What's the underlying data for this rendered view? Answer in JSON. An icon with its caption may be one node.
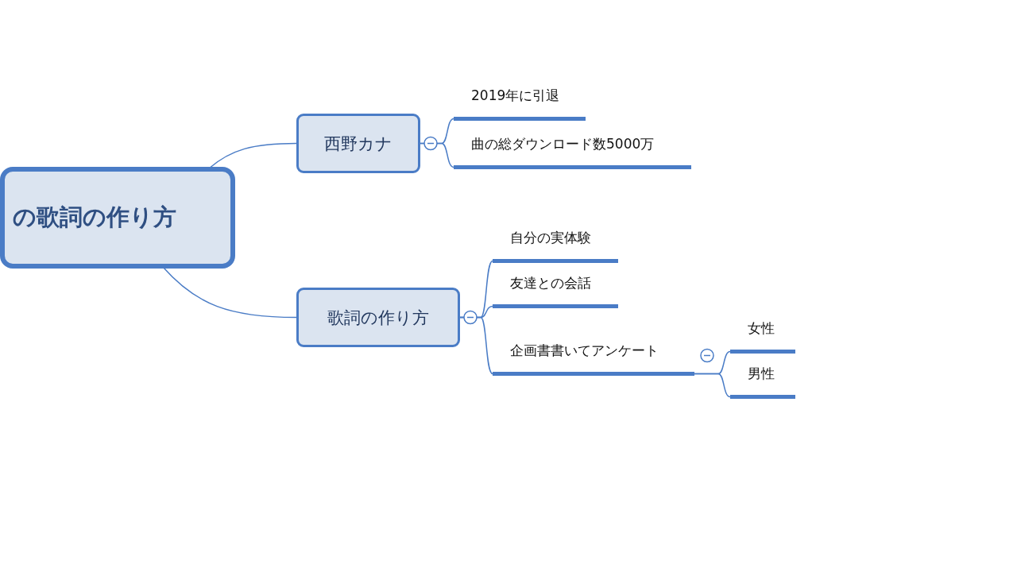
{
  "diagram": {
    "nodes": [
      {
        "text": [
          "の歌詞の作り方"
        ]
      },
      {
        "text": [
          "西野カナ"
        ]
      },
      {
        "text": [
          "2019年に引退"
        ]
      },
      {
        "text": [
          "曲の総ダウンロード数5000万"
        ]
      },
      {
        "text": [
          "歌詞の作り方"
        ]
      },
      {
        "text": [
          "自分の実体験"
        ]
      },
      {
        "text": [
          "友達との会話"
        ]
      },
      {
        "text": [
          "企画書書いてアンケート"
        ]
      },
      {
        "text": [
          "女性"
        ]
      },
      {
        "text": [
          "男性"
        ]
      }
    ],
    "edges": [
      {
        "from": 0,
        "to": 1,
        "arrow": "none"
      },
      {
        "from": 0,
        "to": 4,
        "arrow": "none"
      },
      {
        "from": 1,
        "to": 2,
        "arrow": "none"
      },
      {
        "from": 1,
        "to": 3,
        "arrow": "none"
      },
      {
        "from": 4,
        "to": 5,
        "arrow": "none"
      },
      {
        "from": 4,
        "to": 6,
        "arrow": "none"
      },
      {
        "from": 4,
        "to": 7,
        "arrow": "none"
      },
      {
        "from": 7,
        "to": 8,
        "arrow": "none"
      },
      {
        "from": 7,
        "to": 9,
        "arrow": "none"
      }
    ]
  }
}
